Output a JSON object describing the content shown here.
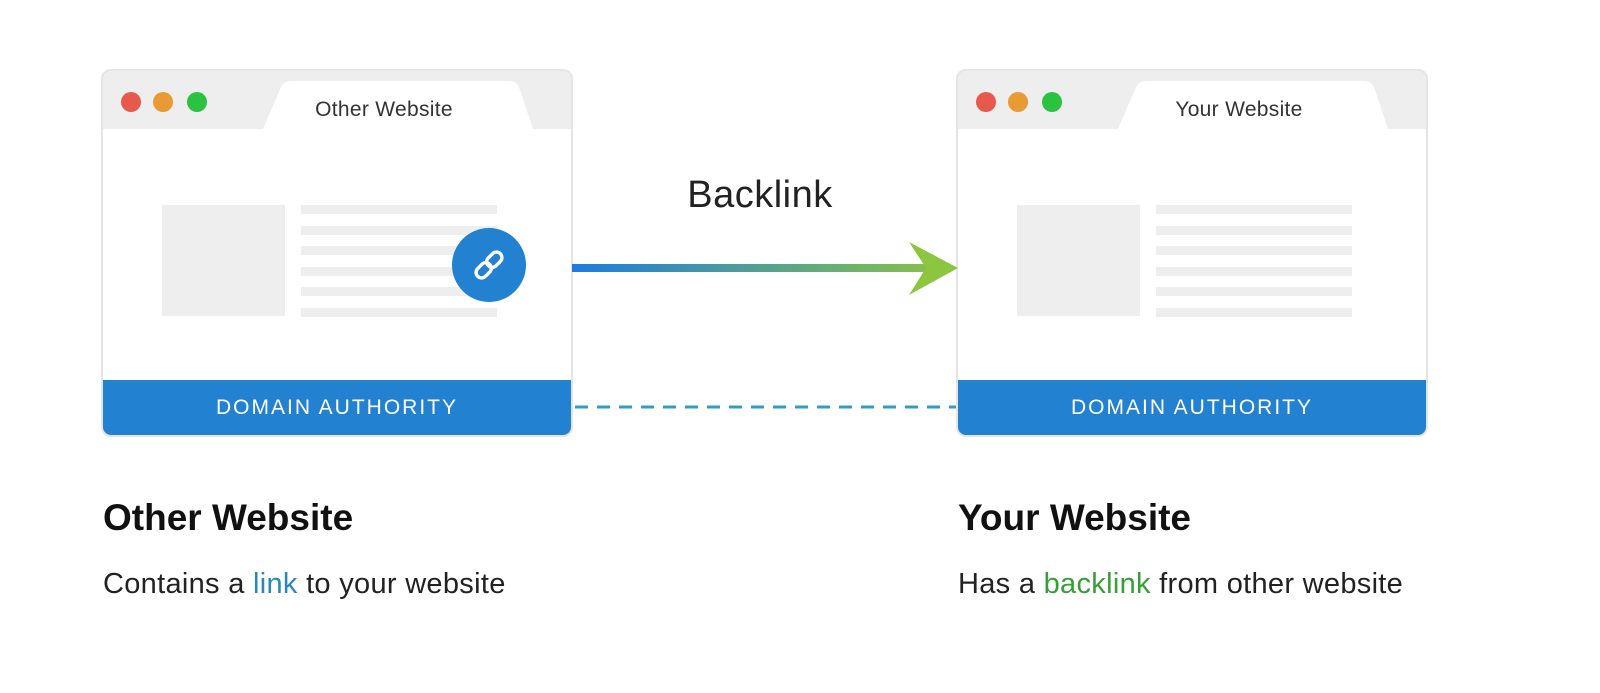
{
  "left_site": {
    "tab_title": "Other Website",
    "footer_label": "DOMAIN AUTHORITY",
    "link_icon": "link-icon",
    "caption_title": "Other Website",
    "caption_before": "Contains a ",
    "caption_highlight": "link",
    "caption_after": " to your website"
  },
  "right_site": {
    "tab_title": "Your Website",
    "footer_label": "DOMAIN AUTHORITY",
    "caption_title": "Your Website",
    "caption_before": "Has a ",
    "caption_highlight": "backlink",
    "caption_after": " from other website"
  },
  "arrow": {
    "label": "Backlink",
    "gradient_start": "#1e7be0",
    "gradient_end": "#8cc63f"
  },
  "colors": {
    "accent_blue": "#2281d0",
    "dashed_line": "#2aa0c8",
    "highlight_link": "#2a88b8",
    "highlight_backlink": "#35a037",
    "traffic_red": "#e8594d",
    "traffic_orange": "#e89a34",
    "traffic_green": "#2ac33f"
  }
}
